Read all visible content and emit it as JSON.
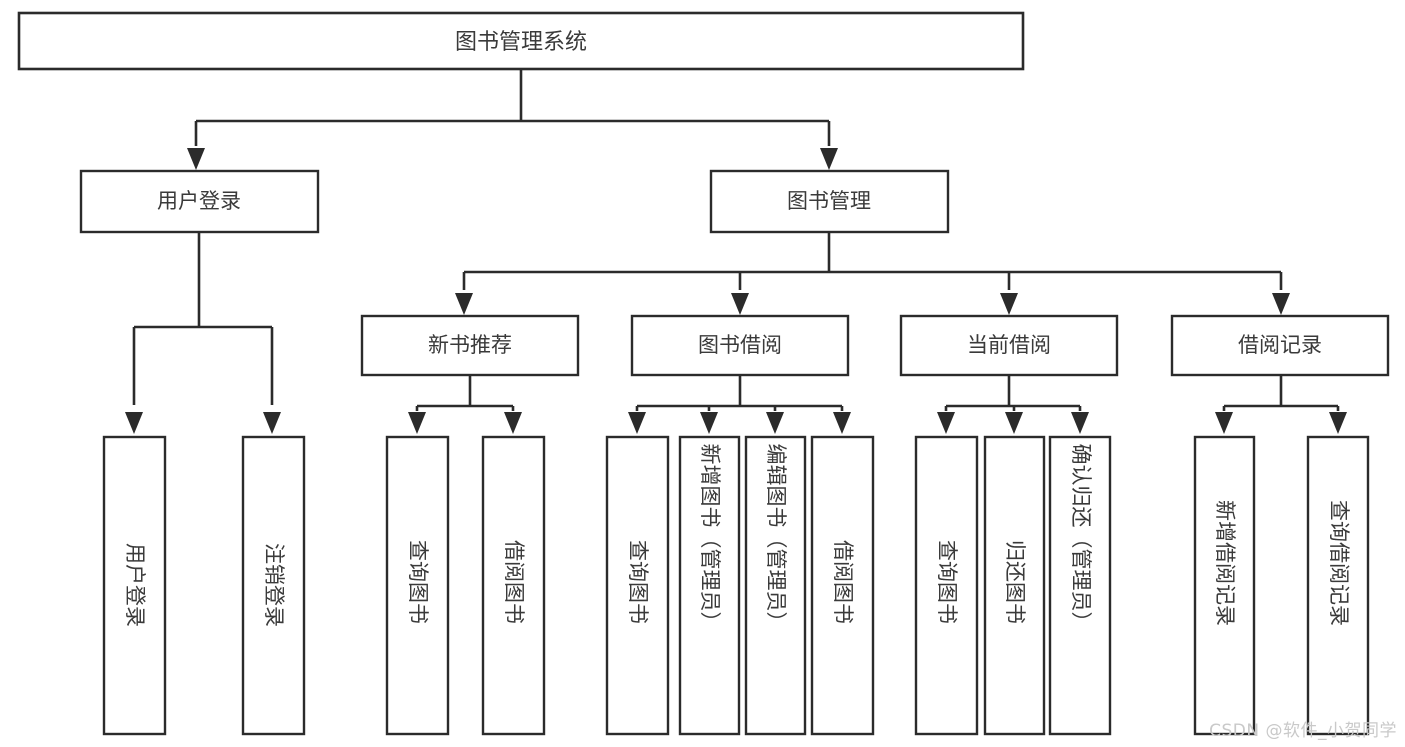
{
  "diagram": {
    "title": "图书管理系统",
    "type": "tree",
    "watermark": "CSDN @软件_小贺同学",
    "levels": {
      "root": {
        "label": "图书管理系统"
      },
      "level2": [
        {
          "id": "user-login",
          "label": "用户登录"
        },
        {
          "id": "book-management",
          "label": "图书管理"
        }
      ],
      "level3": [
        {
          "id": "new-book-recommend",
          "label": "新书推荐",
          "parent": "book-management"
        },
        {
          "id": "book-borrow",
          "label": "图书借阅",
          "parent": "book-management"
        },
        {
          "id": "current-borrow",
          "label": "当前借阅",
          "parent": "book-management"
        },
        {
          "id": "borrow-record",
          "label": "借阅记录",
          "parent": "book-management"
        }
      ],
      "leaves": [
        {
          "id": "leaf-user-login",
          "label": "用户登录",
          "parent": "user-login"
        },
        {
          "id": "leaf-logout",
          "label": "注销登录",
          "parent": "user-login"
        },
        {
          "id": "leaf-query-book-1",
          "label": "查询图书",
          "parent": "new-book-recommend"
        },
        {
          "id": "leaf-borrow-book-1",
          "label": "借阅图书",
          "parent": "new-book-recommend"
        },
        {
          "id": "leaf-query-book-2",
          "label": "查询图书",
          "parent": "book-borrow"
        },
        {
          "id": "leaf-add-book",
          "label": "新增图书（管理员）",
          "parent": "book-borrow"
        },
        {
          "id": "leaf-edit-book",
          "label": "编辑图书（管理员）",
          "parent": "book-borrow"
        },
        {
          "id": "leaf-borrow-book-2",
          "label": "借阅图书",
          "parent": "book-borrow"
        },
        {
          "id": "leaf-query-book-3",
          "label": "查询图书",
          "parent": "current-borrow"
        },
        {
          "id": "leaf-return-book",
          "label": "归还图书",
          "parent": "current-borrow"
        },
        {
          "id": "leaf-confirm-return",
          "label": "确认归还（管理员）",
          "parent": "current-borrow"
        },
        {
          "id": "leaf-add-record",
          "label": "新增借阅记录",
          "parent": "borrow-record"
        },
        {
          "id": "leaf-query-record",
          "label": "查询借阅记录",
          "parent": "borrow-record"
        }
      ]
    },
    "colors": {
      "stroke": "#2b2b2b",
      "fill": "#ffffff",
      "text": "#3a3a3a",
      "watermark": "#c9c9c9"
    }
  }
}
